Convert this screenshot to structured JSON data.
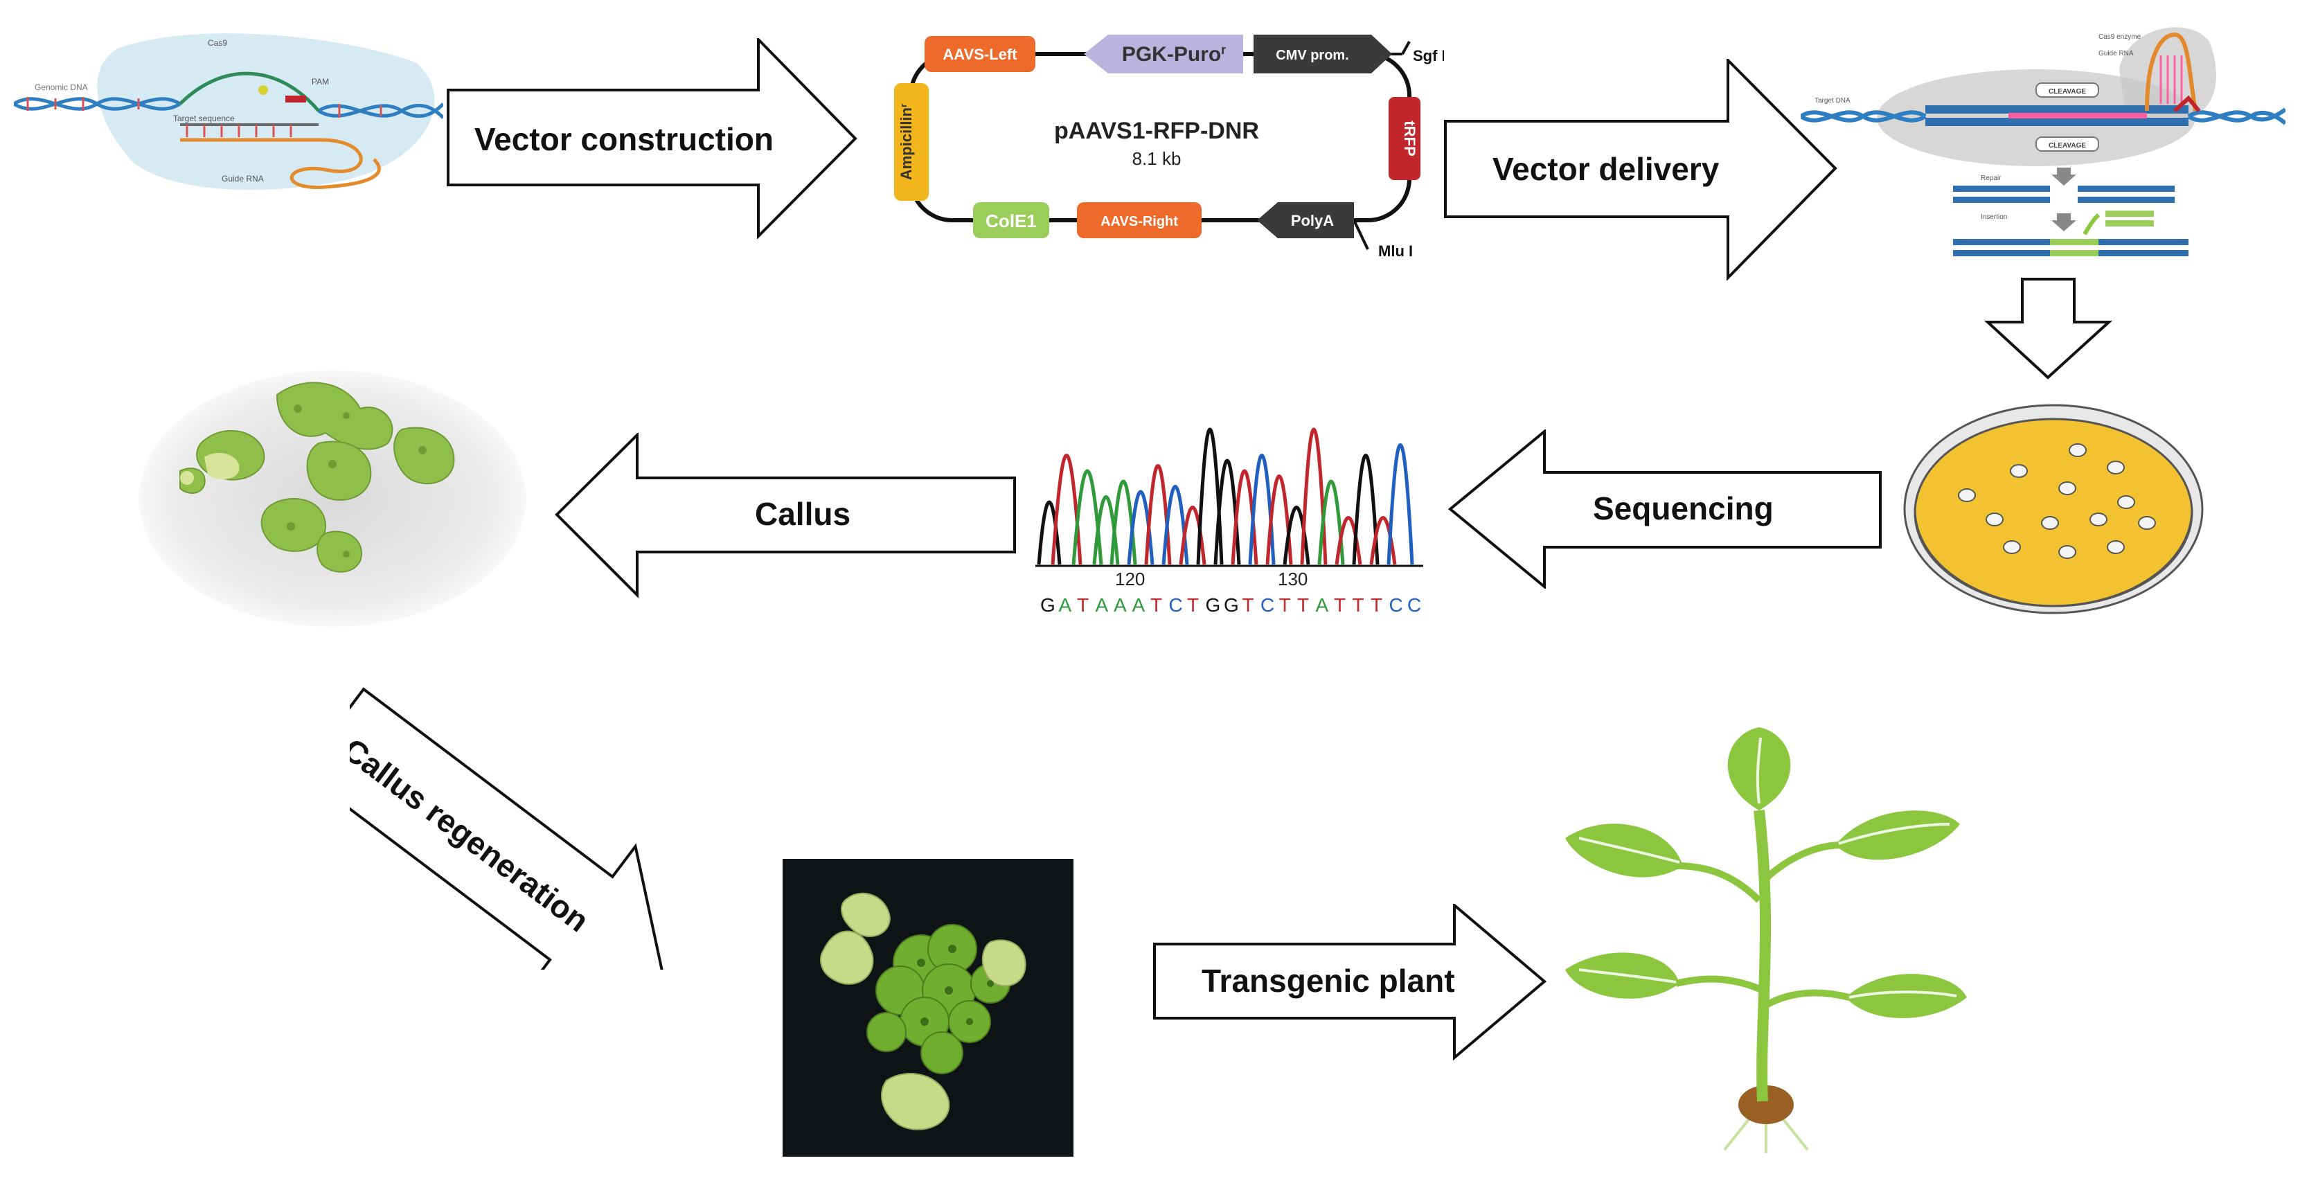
{
  "steps": {
    "vector_construction": "Vector construction",
    "vector_delivery": "Vector delivery",
    "sequencing": "Sequencing",
    "callus": "Callus",
    "callus_regeneration": "Callus regeneration",
    "transgenic_plant": "Transgenic plant"
  },
  "cas9_diagram": {
    "labels": [
      "Cas9",
      "PAM",
      "Target sequence",
      "Guide RNA",
      "Genomic DNA"
    ]
  },
  "plasmid": {
    "name": "pAAVS1-RFP-DNR",
    "size": "8.1 kb",
    "segments": [
      "AAVS-Left",
      "PGK-Puro",
      "CMV prom.",
      "Sgf I",
      "tRFP",
      "PolyA",
      "Mlu I",
      "AAVS-Right",
      "ColE1",
      "Ampicillin"
    ],
    "superscript_r": "r"
  },
  "crispr_repair": {
    "labels": [
      "Cas9 enzyme",
      "Guide RNA",
      "Target DNA",
      "CLEAVAGE",
      "CLEAVAGE",
      "Repair",
      "Insertion"
    ]
  },
  "chromatogram": {
    "tick_labels": [
      "120",
      "130"
    ],
    "bases": [
      "G",
      "A",
      "T",
      "A",
      "A",
      "A",
      "T",
      "C",
      "T",
      "G",
      "G",
      "T",
      "C",
      "T",
      "T",
      "A",
      "T",
      "T",
      "T",
      "C",
      "C"
    ]
  },
  "colors": {
    "arrow_stroke": "#111111",
    "base_A": "#2e9a3a",
    "base_C": "#1f5fbf",
    "base_G": "#111111",
    "base_T": "#c0262b",
    "petri_fill": "#f2c230",
    "leaf_green": "#8cc63f",
    "aavs_orange": "#ee6a2b",
    "pgk_lavender": "#b9b3dd",
    "cmv_dark": "#3a3a3a",
    "trfp_red": "#c0262b",
    "amp_yellow": "#f2b51c",
    "cole1_green": "#9acd5a"
  }
}
